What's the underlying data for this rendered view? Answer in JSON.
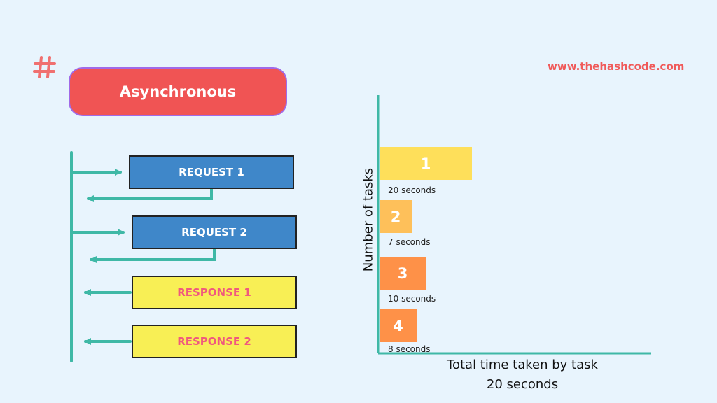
{
  "header": {
    "logo_icon": "hash-icon",
    "url": "www.thehashcode.com",
    "title": "Asynchronous"
  },
  "flow": {
    "boxes": [
      {
        "label": "REQUEST 1",
        "kind": "request"
      },
      {
        "label": "REQUEST 2",
        "kind": "request"
      },
      {
        "label": "RESPONSE 1",
        "kind": "response"
      },
      {
        "label": "RESPONSE 2",
        "kind": "response"
      }
    ]
  },
  "chart_data": {
    "type": "bar",
    "orientation": "horizontal",
    "categories": [
      "1",
      "2",
      "3",
      "4"
    ],
    "values": [
      20,
      7,
      10,
      8
    ],
    "value_labels": [
      "20 seconds",
      "7 seconds",
      "10 seconds",
      "8 seconds"
    ],
    "colors": [
      "#fedf5a",
      "#fec05a",
      "#fe9148",
      "#fe9148"
    ],
    "ylabel": "Number of tasks",
    "xlabel": "Total time taken by task",
    "total_label": "20 seconds"
  },
  "colors": {
    "background": "#e8f4fd",
    "accent": "#f05454",
    "teal": "#3fb8a6",
    "request": "#3f87c9",
    "response": "#f8ef55"
  }
}
